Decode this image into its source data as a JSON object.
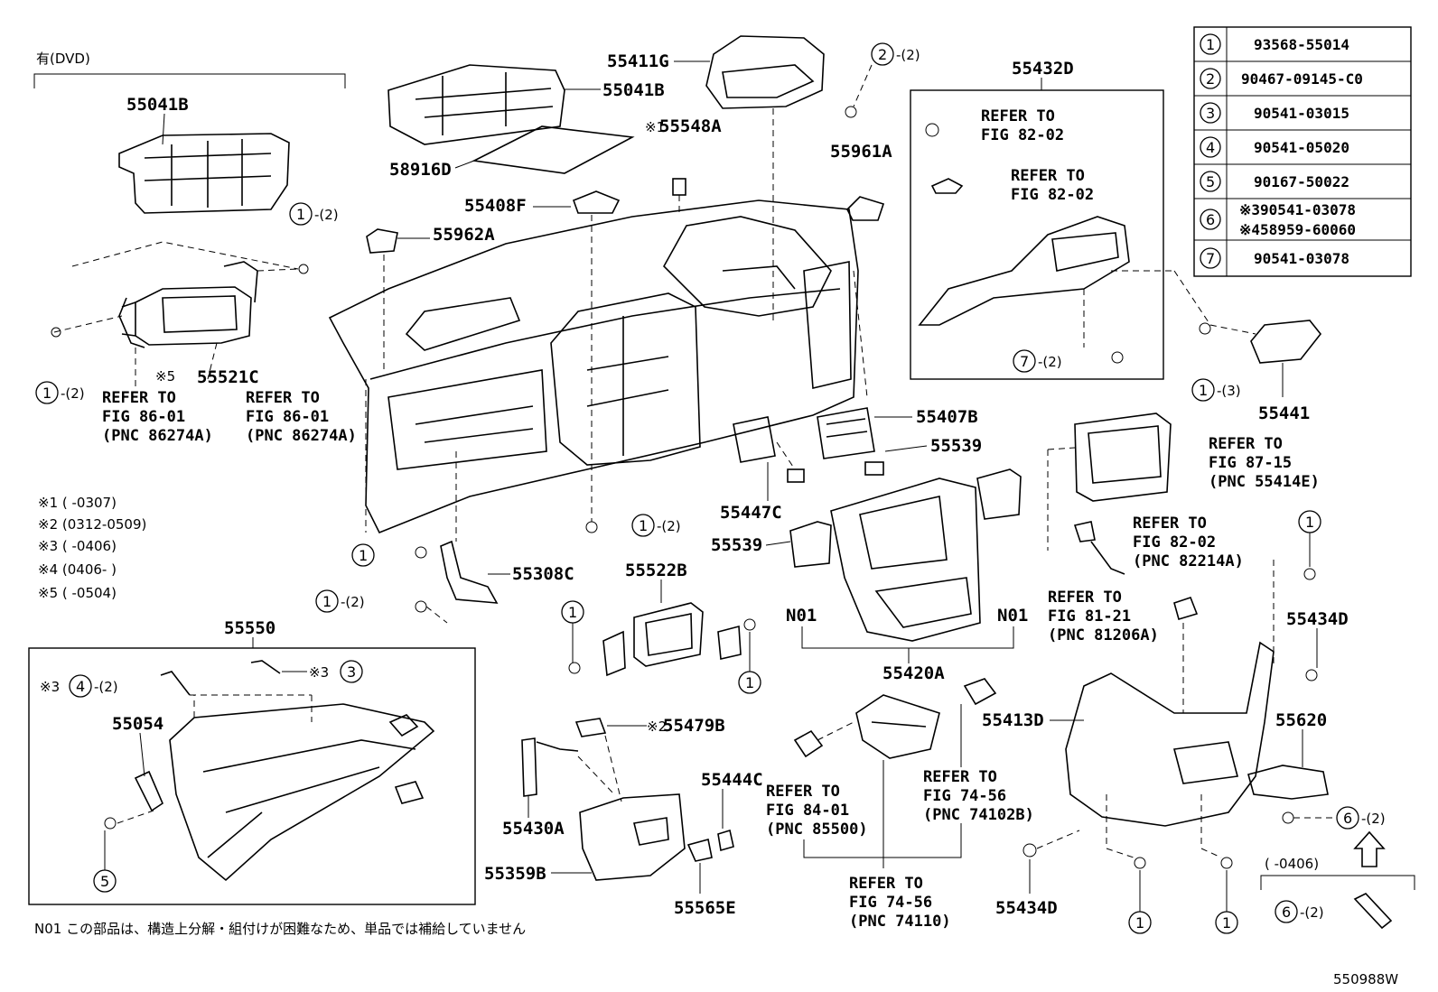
{
  "header_left": "有(DVD)",
  "labels": {
    "p55041B_left": "55041B",
    "p55041B_top": "55041B",
    "p58916D": "58916D",
    "p55411G": "55411G",
    "p55548A": "55548A",
    "p55408F": "55408F",
    "p55962A": "55962A",
    "p55961A": "55961A",
    "p55432D": "55432D",
    "p55441": "55441",
    "p55521C": "55521C",
    "p55407B": "55407B",
    "p55539_a": "55539",
    "p55539_b": "55539",
    "p55447C": "55447C",
    "p55308C": "55308C",
    "p55522B": "55522B",
    "p55420A": "55420A",
    "n01_left": "N01",
    "n01_right": "N01",
    "p55550": "55550",
    "p55054": "55054",
    "p55479B": "55479B",
    "p55444C": "55444C",
    "p55430A": "55430A",
    "p55359B": "55359B",
    "p55565E": "55565E",
    "p55413D": "55413D",
    "p55434D_a": "55434D",
    "p55434D_b": "55434D",
    "p55620": "55620",
    "figure_code": "550988W"
  },
  "markers": {
    "m1": "※1",
    "m2": "※2",
    "m3": "※3",
    "m5": "※5"
  },
  "refs": {
    "r82_02_a_1": "REFER TO",
    "r82_02_a_2": "FIG 82-02",
    "r82_02_b_1": "REFER TO",
    "r82_02_b_2": "FIG 82-02",
    "r86_a_1": "REFER TO",
    "r86_a_2": "FIG 86-01",
    "r86_a_3": "(PNC 86274A)",
    "r86_b_1": "REFER TO",
    "r86_b_2": "FIG 86-01",
    "r86_b_3": "(PNC 86274A)",
    "r87_1": "REFER TO",
    "r87_2": "FIG 87-15",
    "r87_3": "(PNC 55414E)",
    "r82214_1": "REFER TO",
    "r82214_2": "FIG 82-02",
    "r82214_3": "(PNC 82214A)",
    "r81_1": "REFER TO",
    "r81_2": "FIG 81-21",
    "r81_3": "(PNC 81206A)",
    "r84_1": "REFER TO",
    "r84_2": "FIG 84-01",
    "r84_3": "(PNC 85500)",
    "r74b_1": "REFER TO",
    "r74b_2": "FIG 74-56",
    "r74b_3": "(PNC 74102B)",
    "r74c_1": "REFER TO",
    "r74c_2": "FIG 74-56",
    "r74c_3": "(PNC 74110)"
  },
  "qty": {
    "q2": "-(2)",
    "q3": "-(3)"
  },
  "notes": [
    "※1 (      -0307)",
    "※2 (0312-0509)",
    "※3 (      -0406)",
    "※4 (0406-      )",
    "※5 (      -0504)"
  ],
  "bottom_note": "N01 この部品は、構造上分解・組付けが困難なため、単品では補給していません",
  "small_note": "(      -0406)",
  "parts_table": [
    {
      "num": "1",
      "lines": [
        "93568-55014"
      ]
    },
    {
      "num": "2",
      "lines": [
        "90467-09145-C0"
      ]
    },
    {
      "num": "3",
      "lines": [
        "90541-03015"
      ]
    },
    {
      "num": "4",
      "lines": [
        "90541-05020"
      ]
    },
    {
      "num": "5",
      "lines": [
        "90167-50022"
      ]
    },
    {
      "num": "6",
      "lines": [
        "※390541-03078",
        "※458959-60060"
      ]
    },
    {
      "num": "7",
      "lines": [
        "90541-03078"
      ]
    }
  ],
  "circle_nums": {
    "c1": "1",
    "c2": "2",
    "c3": "3",
    "c4": "4",
    "c5": "5",
    "c6": "6",
    "c7": "7"
  }
}
